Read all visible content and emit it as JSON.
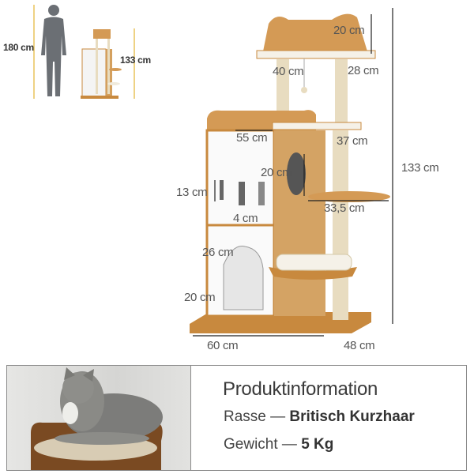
{
  "comparison": {
    "person_height": "180 cm",
    "product_height": "133 cm"
  },
  "dimensions": {
    "top_bed_height": "20 cm",
    "top_bed_width": "40 cm",
    "top_bed_depth": "28 cm",
    "house_width": "55 cm",
    "platform_depth": "37 cm",
    "hole_diameter": "20 cm",
    "window_height": "13 cm",
    "round_platform": "33,5 cm",
    "window_width": "4 cm",
    "door_height": "26 cm",
    "door_width": "20 cm",
    "base_width": "60 cm",
    "base_depth": "48 cm",
    "total_height": "133 cm"
  },
  "info": {
    "title": "Produktinformation",
    "breed_label": "Rasse —",
    "breed_value": "Britisch Kurzhaar",
    "weight_label": "Gewicht —",
    "weight_value": "5 Kg"
  },
  "colors": {
    "wood": "#c8893e",
    "sisal": "#e8dcc0",
    "dim_line": "#222"
  }
}
